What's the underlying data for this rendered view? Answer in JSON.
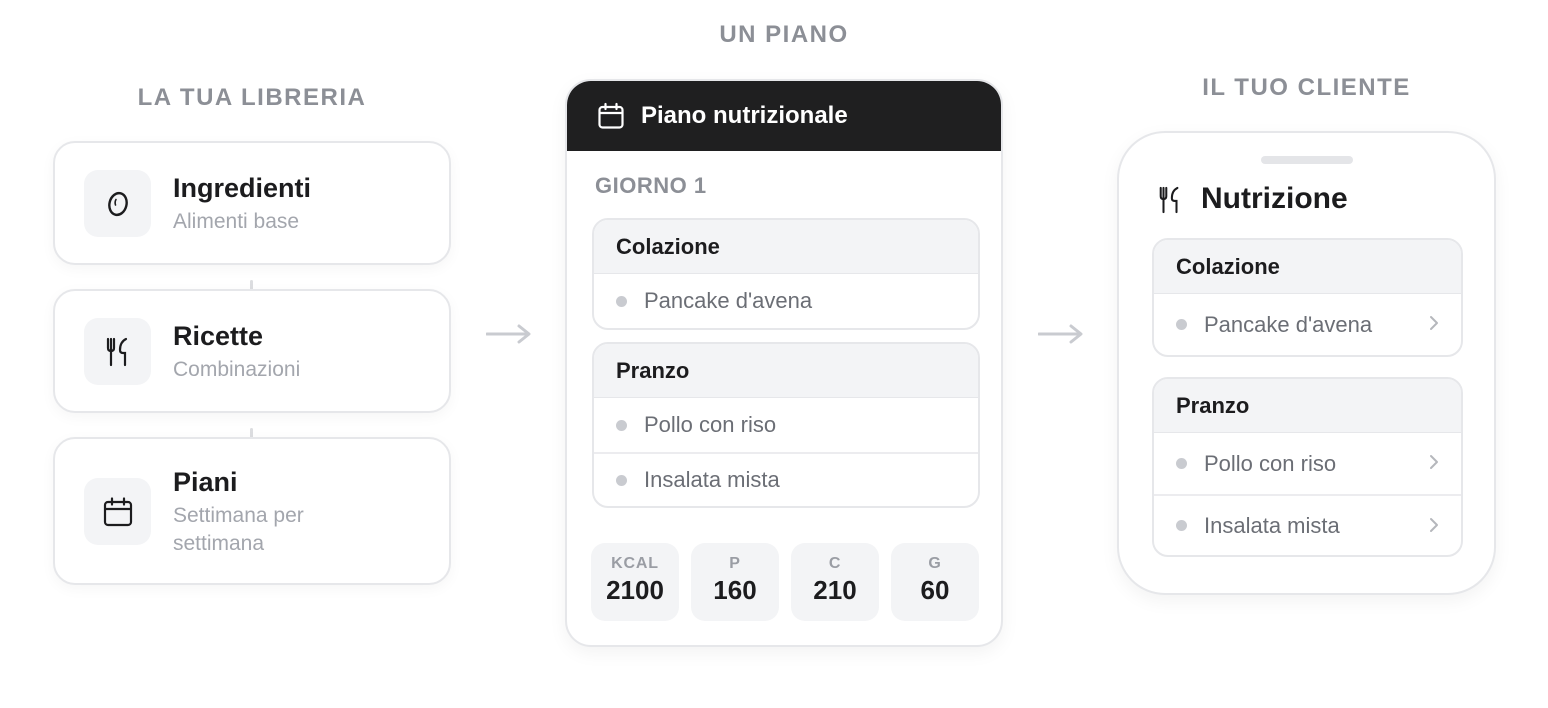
{
  "library": {
    "title": "LA TUA LIBRERIA",
    "items": [
      {
        "name": "Ingredienti",
        "sub": "Alimenti base",
        "icon": "egg-icon"
      },
      {
        "name": "Ricette",
        "sub": "Combinazioni",
        "icon": "utensils-icon"
      },
      {
        "name": "Piani",
        "sub": "Settimana per settimana",
        "icon": "calendar-icon"
      }
    ]
  },
  "plan": {
    "title": "UN PIANO",
    "header": "Piano nutrizionale",
    "day": "GIORNO 1",
    "meals": [
      {
        "name": "Colazione",
        "items": [
          "Pancake d'avena"
        ]
      },
      {
        "name": "Pranzo",
        "items": [
          "Pollo con riso",
          "Insalata mista"
        ]
      }
    ],
    "macros": [
      {
        "label": "KCAL",
        "value": "2100"
      },
      {
        "label": "P",
        "value": "160"
      },
      {
        "label": "C",
        "value": "210"
      },
      {
        "label": "G",
        "value": "60"
      }
    ]
  },
  "client": {
    "title": "IL TUO CLIENTE",
    "app_title": "Nutrizione",
    "meals": [
      {
        "name": "Colazione",
        "items": [
          "Pancake d'avena"
        ]
      },
      {
        "name": "Pranzo",
        "items": [
          "Pollo con riso",
          "Insalata mista"
        ]
      }
    ]
  },
  "colors": {
    "header_dark": "#1f1f20",
    "muted": "#8c8f96",
    "surface": "#f3f4f6",
    "border": "#e6e7ea"
  }
}
